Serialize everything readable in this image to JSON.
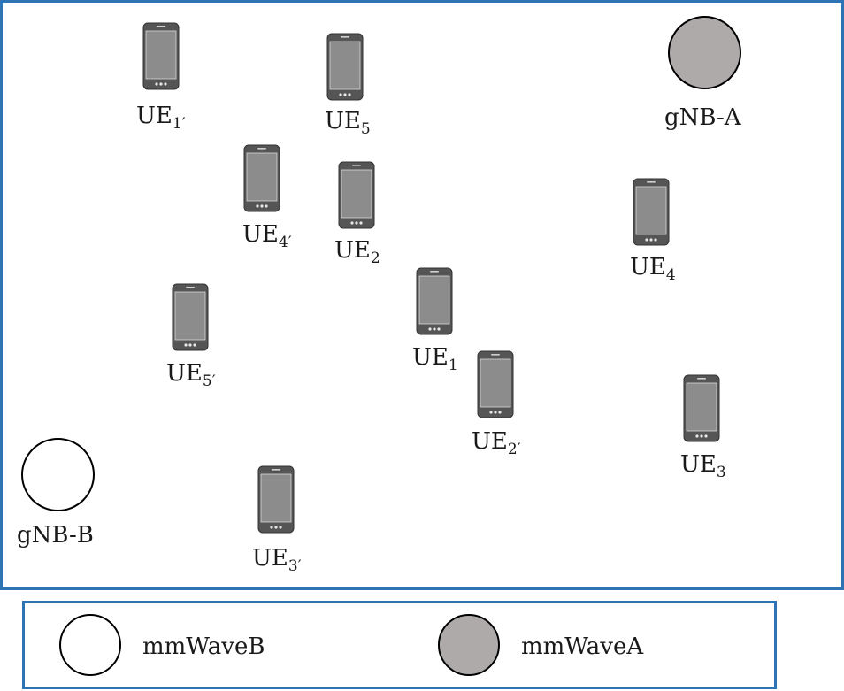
{
  "colors": {
    "frame": "#2e74b5",
    "mmwave_a": "#aeaaaa",
    "mmwave_b": "#ffffff",
    "phone_body": "#555555",
    "phone_screen": "#8c8c8c"
  },
  "base_stations": [
    {
      "id": "gnb-a",
      "name": "gNB-A",
      "type": "mmWaveA"
    },
    {
      "id": "gnb-b",
      "name": "gNB-B",
      "type": "mmWaveB"
    }
  ],
  "ues": [
    {
      "id": "ue1p",
      "base": "UE",
      "sub": "1′"
    },
    {
      "id": "ue5",
      "base": "UE",
      "sub": "5"
    },
    {
      "id": "ue4p",
      "base": "UE",
      "sub": "4′"
    },
    {
      "id": "ue2",
      "base": "UE",
      "sub": "2"
    },
    {
      "id": "ue4",
      "base": "UE",
      "sub": "4"
    },
    {
      "id": "ue5p",
      "base": "UE",
      "sub": "5′"
    },
    {
      "id": "ue1",
      "base": "UE",
      "sub": "1"
    },
    {
      "id": "ue2p",
      "base": "UE",
      "sub": "2′"
    },
    {
      "id": "ue3",
      "base": "UE",
      "sub": "3"
    },
    {
      "id": "ue3p",
      "base": "UE",
      "sub": "3′"
    }
  ],
  "legend": [
    {
      "id": "mmwave-b",
      "label": "mmWaveB"
    },
    {
      "id": "mmwave-a",
      "label": "mmWaveA"
    }
  ]
}
